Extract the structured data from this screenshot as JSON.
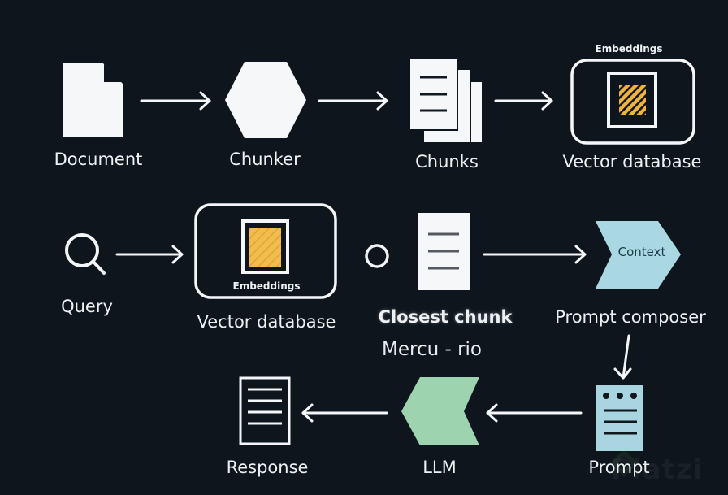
{
  "diagram": {
    "title": "RAG pipeline",
    "nodes": {
      "document": {
        "label": "Document",
        "icon": "document-icon"
      },
      "chunker": {
        "label": "Chunker",
        "icon": "hexagon-icon"
      },
      "chunks": {
        "label": "Chunks",
        "icon": "stacked-pages-icon"
      },
      "vector_db_top": {
        "label": "Vector database",
        "sublabel": "Embeddings",
        "icon": "database-embeddings-icon"
      },
      "query": {
        "label": "Query",
        "icon": "search-icon"
      },
      "vector_db_bottom": {
        "label": "Vector database",
        "sublabel": "Embeddings",
        "icon": "database-embeddings-icon"
      },
      "closest_chunk": {
        "label": "Closest chunk",
        "icon": "document-lines-icon"
      },
      "prompt_composer": {
        "label": "Prompt composer",
        "inner_text": "Context",
        "icon": "chevron-right-icon"
      },
      "prompt": {
        "label": "Prompt",
        "icon": "prompt-doc-icon"
      },
      "llm": {
        "label": "LLM",
        "icon": "chevron-left-icon"
      },
      "response": {
        "label": "Response",
        "icon": "response-doc-icon"
      }
    },
    "edges": [
      {
        "from": "document",
        "to": "chunker"
      },
      {
        "from": "chunker",
        "to": "chunks"
      },
      {
        "from": "chunks",
        "to": "vector_db_top"
      },
      {
        "from": "query",
        "to": "vector_db_bottom"
      },
      {
        "from": "closest_chunk",
        "to": "prompt_composer"
      },
      {
        "from": "prompt_composer",
        "to": "prompt"
      },
      {
        "from": "prompt",
        "to": "llm"
      },
      {
        "from": "llm",
        "to": "response"
      }
    ],
    "caption": "Mercu - rio",
    "watermark": "Platzi",
    "colors": {
      "background": "#0e151d",
      "foreground": "#f5f6f8",
      "embedding_gold": "#f0b43c",
      "context_blue": "#a9d8e2",
      "llm_green": "#9ed3b0",
      "prompt_blue": "#a8d5df"
    }
  }
}
